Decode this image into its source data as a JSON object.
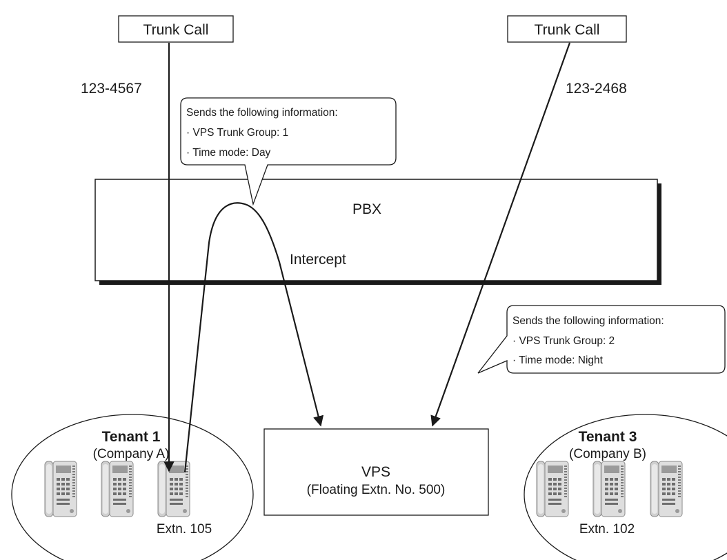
{
  "trunk_left": {
    "label": "Trunk Call",
    "number": "123-4567"
  },
  "trunk_right": {
    "label": "Trunk Call",
    "number": "123-2468"
  },
  "pbx": {
    "label": "PBX",
    "intercept_label": "Intercept"
  },
  "callout_top": {
    "heading": "Sends the following information:",
    "line1": "· VPS Trunk Group:  1",
    "line2": "· Time mode: Day"
  },
  "callout_right": {
    "heading": "Sends the following information:",
    "line1": "· VPS Trunk Group:  2",
    "line2": "· Time mode: Night"
  },
  "tenant_left": {
    "name": "Tenant 1",
    "company": "(Company A)",
    "extension": "Extn. 105"
  },
  "tenant_right": {
    "name": "Tenant 3",
    "company": "(Company B)",
    "extension": "Extn. 102"
  },
  "vps": {
    "label": "VPS",
    "sublabel": "(Floating Extn. No. 500)"
  },
  "colors": {
    "line": "#1a1a1a",
    "phone_body": "#d4d4d4",
    "phone_dark": "#8a8a8a"
  }
}
